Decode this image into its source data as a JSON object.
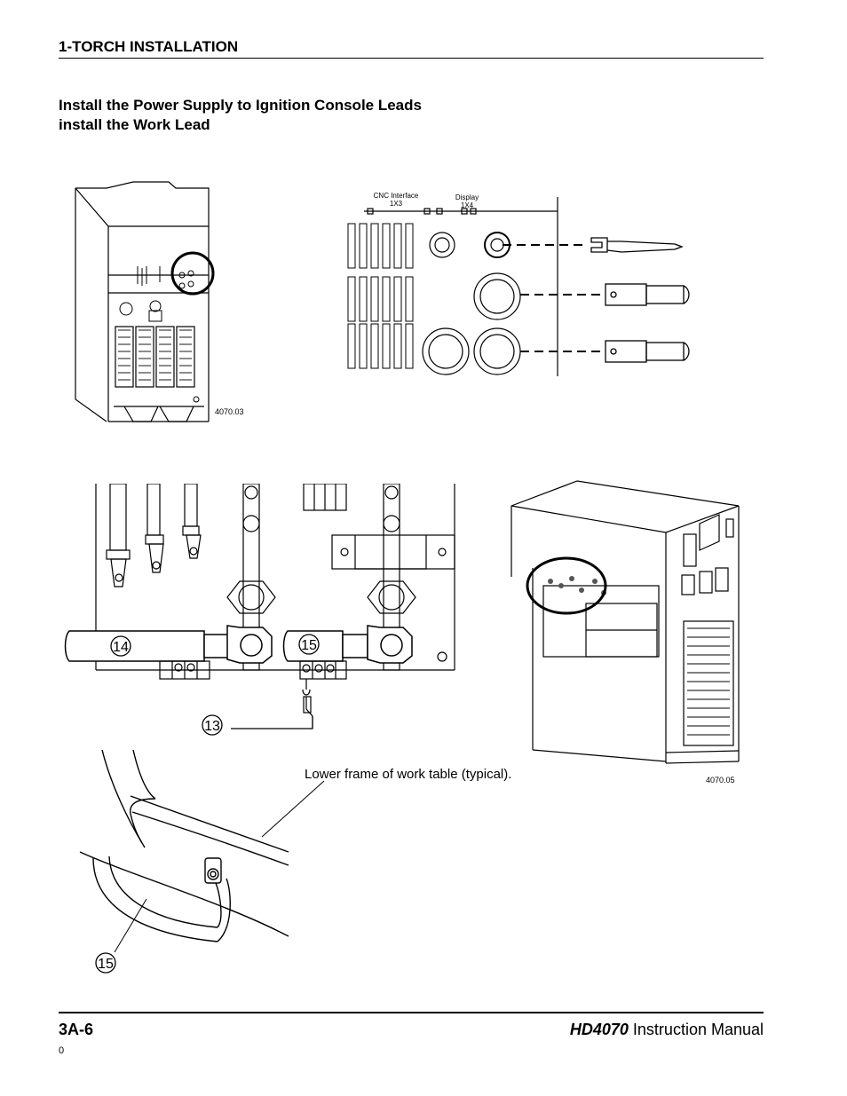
{
  "header": {
    "section": "1-TORCH INSTALLATION"
  },
  "heading": {
    "line1": "Install the Power Supply to Ignition Console Leads",
    "line2": "install the Work Lead"
  },
  "figure1": {
    "code": "4070.03",
    "label_cnc": "CNC Interface",
    "label_cnc_id": "1X3",
    "label_display": "Display",
    "label_display_id": "1X4"
  },
  "figure2": {
    "code": "4070.05",
    "callout_a": "14",
    "callout_b": "15",
    "callout_c": "13",
    "callout_d": "15",
    "annotation": "Lower frame of work table (typical)."
  },
  "footer": {
    "page": "3A-6",
    "model": "HD4070",
    "manual": " Instruction Manual",
    "code": "0"
  }
}
